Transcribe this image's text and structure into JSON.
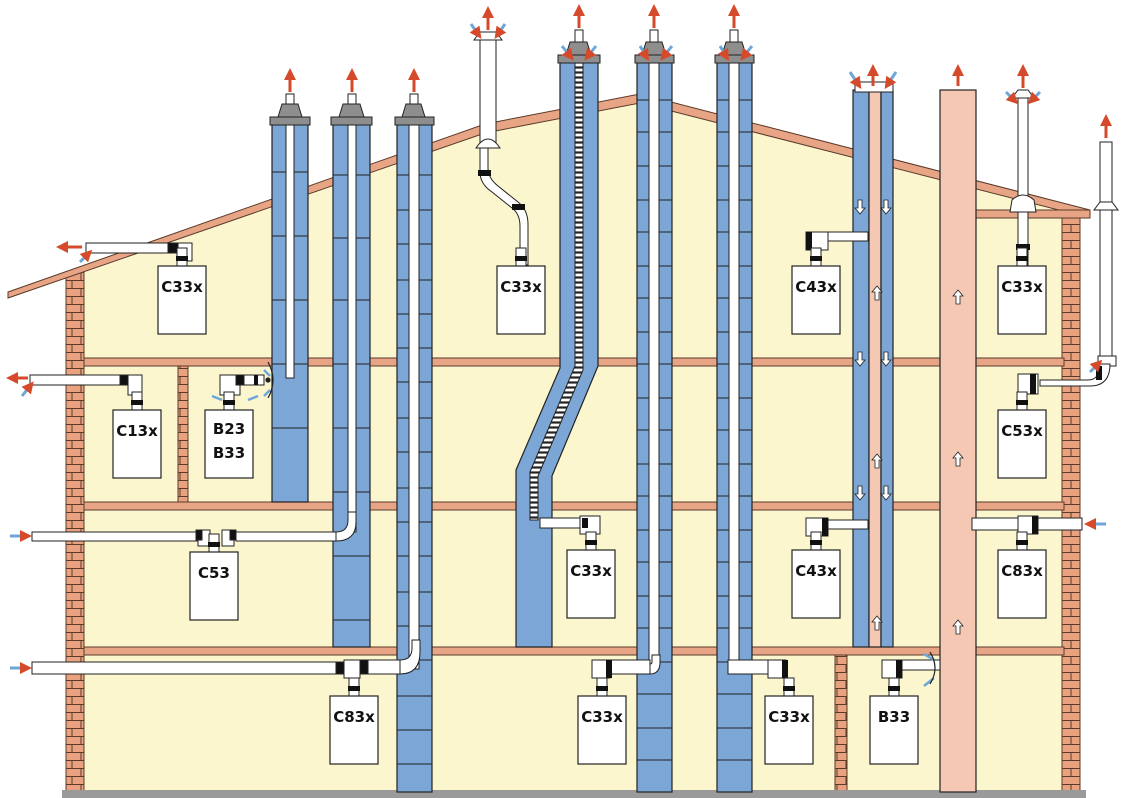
{
  "colors": {
    "wall_fill": "#fcf6cf",
    "roof": "#e8a585",
    "brick": "#e9a27f",
    "floor": "#e8a585",
    "chimney_blue": "#7ba6d6",
    "chimney_pink": "#f4c8b3",
    "flue_white": "#ffffff",
    "outline": "#222222",
    "cap_gray": "#8e8e8e",
    "arrow_exhaust": "#d44a2a",
    "arrow_intake": "#6fa6da",
    "ground": "#9a9a9a"
  },
  "boilers": [
    {
      "id": "top-left",
      "label": "C33x"
    },
    {
      "id": "c13x",
      "label": "C13x"
    },
    {
      "id": "b23-b33",
      "label": "B23",
      "label2": "B33"
    },
    {
      "id": "c53-left",
      "label": "C53"
    },
    {
      "id": "c83x-bottom-left",
      "label": "C83x"
    },
    {
      "id": "c33x-top-middle",
      "label": "C33x"
    },
    {
      "id": "c33x-flex-liner",
      "label": "C33x"
    },
    {
      "id": "c33x-bottom-middle-1",
      "label": "C33x"
    },
    {
      "id": "c33x-bottom-middle-2",
      "label": "C33x"
    },
    {
      "id": "c43x-upper",
      "label": "C43x"
    },
    {
      "id": "c43x-lower",
      "label": "C43x"
    },
    {
      "id": "b33-bottom",
      "label": "B33"
    },
    {
      "id": "c33x-top-right",
      "label": "C33x"
    },
    {
      "id": "c53x-right",
      "label": "C53x"
    },
    {
      "id": "c83x-right",
      "label": "C83x"
    }
  ]
}
